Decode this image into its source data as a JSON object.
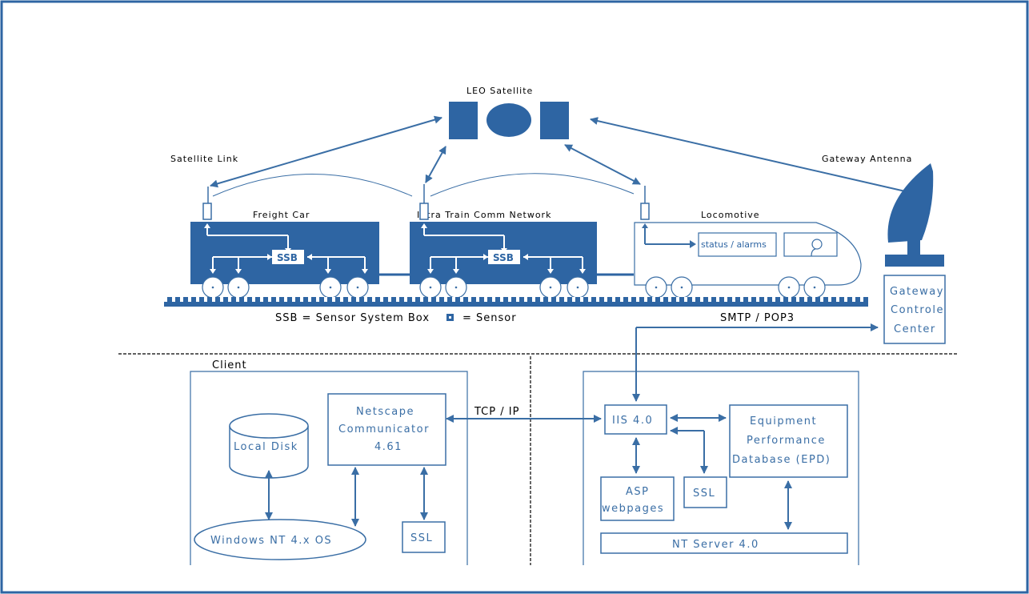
{
  "colors": {
    "primary": "#2e65a3",
    "line": "#3a6ea5",
    "border": "#3a6ea5"
  },
  "top": {
    "satellite": "LEO Satellite",
    "satellite_link": "Satellite Link",
    "gateway_antenna": "Gateway Antenna",
    "freight_car": "Freight Car",
    "intra_train": "Intra Train Comm Network",
    "locomotive": "Locomotive",
    "ssb": "SSB",
    "status_alarms": "status / alarms",
    "legend_ssb": "SSB = Sensor System Box",
    "legend_sensor": "= Sensor",
    "smtp": "SMTP / POP3",
    "gateway_center": [
      "Gateway",
      "Controle",
      "Center"
    ]
  },
  "client": {
    "title": "Client",
    "local_disk": "Local Disk",
    "netscape": [
      "Netscape",
      "Communicator",
      "4.61"
    ],
    "windows": "Windows NT 4.x OS",
    "ssl": "SSL",
    "tcp": "TCP / IP"
  },
  "server": {
    "iis": "IIS 4.0",
    "epd": [
      "Equipment",
      "Performance",
      "Database (EPD)"
    ],
    "asp": [
      "ASP",
      "webpages"
    ],
    "ssl": "SSL",
    "nt_server": "NT Server 4.0"
  }
}
